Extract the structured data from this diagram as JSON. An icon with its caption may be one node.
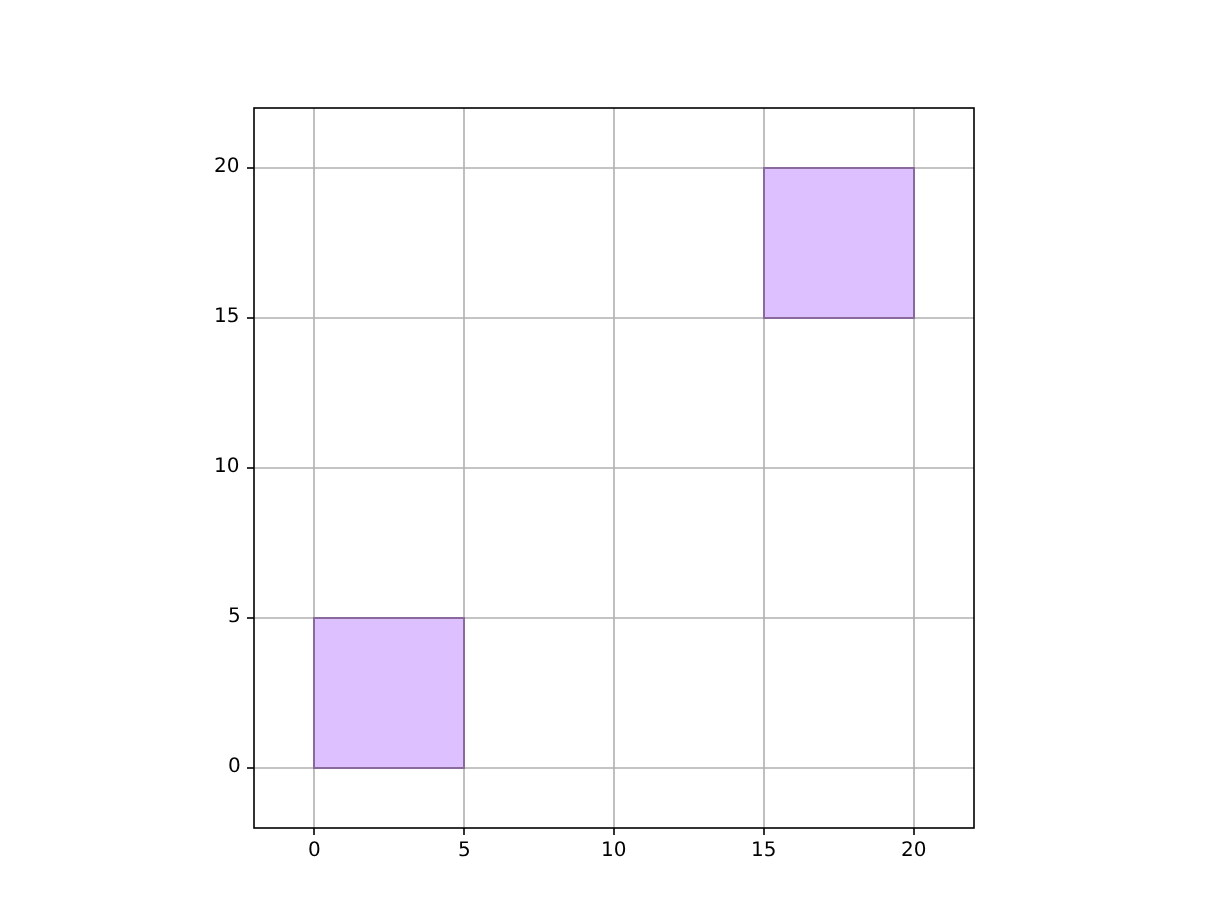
{
  "diagram": {
    "nodes": [
      {
        "text": [],
        "shape": "box"
      },
      {
        "text": [],
        "shape": "box"
      }
    ],
    "labels": [
      "20",
      "15",
      "10",
      "5",
      "0",
      "0",
      "5",
      "10",
      "15",
      "20"
    ]
  }
}
